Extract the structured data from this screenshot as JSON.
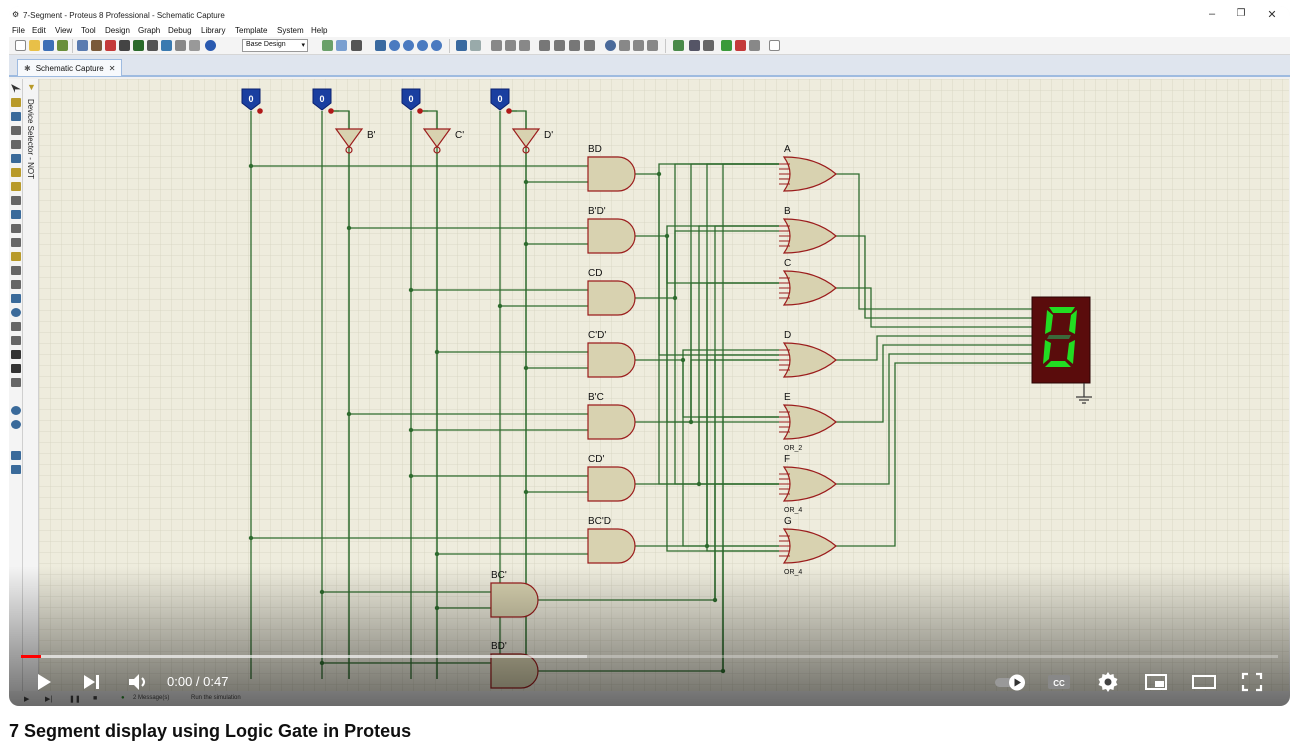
{
  "window": {
    "title": "7-Segment - Proteus 8 Professional - Schematic Capture",
    "minimize": "–",
    "restore": "❐",
    "close": "✕"
  },
  "menu": [
    "File",
    "Edit",
    "View",
    "Tool",
    "Design",
    "Graph",
    "Debug",
    "Library",
    "Template",
    "System",
    "Help"
  ],
  "toolbar": {
    "design_selector": "Base Design"
  },
  "tab": {
    "label": "Schematic Capture",
    "close": "✕"
  },
  "device_selector": {
    "label": "Device Selector - NOT"
  },
  "schematic": {
    "inverter_labels": [
      "B'",
      "C'",
      "D'"
    ],
    "and_gates": [
      {
        "label": "BD"
      },
      {
        "label": "B'D'"
      },
      {
        "label": "CD"
      },
      {
        "label": "C'D'"
      },
      {
        "label": "B'C"
      },
      {
        "label": "CD'"
      },
      {
        "label": "BC'D"
      },
      {
        "label": "BC'"
      },
      {
        "label": "BD'"
      }
    ],
    "or_gates": [
      {
        "label": "A",
        "sub": ""
      },
      {
        "label": "B",
        "sub": ""
      },
      {
        "label": "C",
        "sub": ""
      },
      {
        "label": "D",
        "sub": ""
      },
      {
        "label": "E",
        "sub": "OR_2"
      },
      {
        "label": "F",
        "sub": "OR_4"
      },
      {
        "label": "G",
        "sub": "OR_4"
      }
    ],
    "display_digit": "0",
    "input_value": "0",
    "colors": {
      "wire": "#2e6b2e",
      "gate_fill": "#d8d2b0",
      "gate_stroke": "#9b1c1c",
      "grid": "#d4d2c0",
      "segment_on": "#22dd22",
      "display_bg": "#5a0c0c"
    }
  },
  "status": {
    "messages": "2 Message(s)",
    "hint": "Run the simulation"
  },
  "video": {
    "time": "0:00 / 0:47",
    "played_fraction": 0.016,
    "buffered_fraction": 0.45,
    "title": "7 Segment display using Logic Gate in Proteus"
  }
}
